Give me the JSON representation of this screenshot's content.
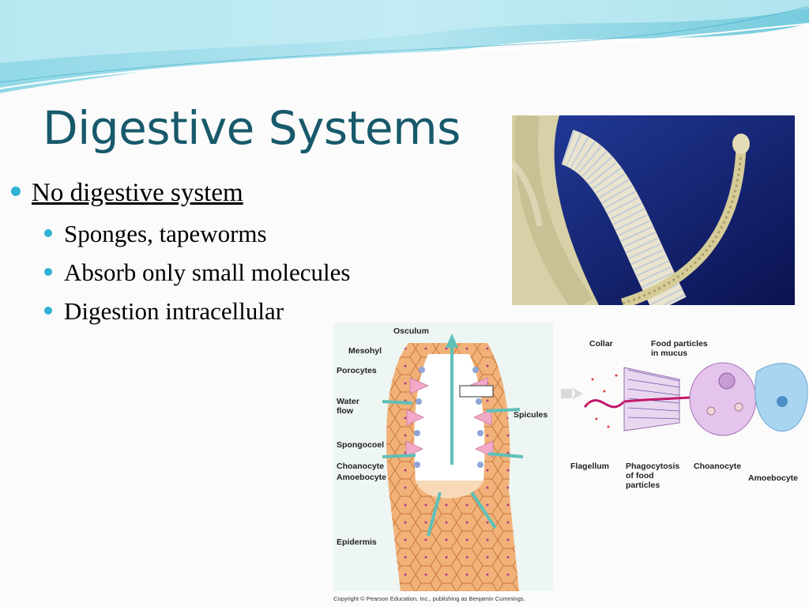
{
  "slide": {
    "title": "Digestive Systems",
    "bullets": [
      {
        "text": "No digestive system"
      },
      {
        "text": "Sponges, tapeworms"
      },
      {
        "text": "Absorb only small molecules"
      },
      {
        "text": "Digestion intracellular"
      }
    ]
  },
  "figure": {
    "sponge_labels": [
      "Osculum",
      "Mesohyl",
      "Porocytes",
      "Water\nflow",
      "Spongocoel",
      "Choanocyte",
      "Amoebocyte",
      "Epidermis",
      "Spicules"
    ],
    "cell_labels": [
      "Collar",
      "Food particles\nin mucus",
      "Flagellum",
      "Phagocytosis\nof food\nparticles",
      "Choanocyte",
      "Amoebocyte"
    ],
    "copyright": "Copyright © Pearson Education, Inc., publishing as Benjamin Cummings."
  },
  "colors": {
    "title": "#17596b",
    "bullet": "#2fb1d3",
    "wave": "#5ec3d8"
  },
  "icons": {
    "photo": "tapeworm-photo",
    "diagram": "sponge-diagram"
  }
}
